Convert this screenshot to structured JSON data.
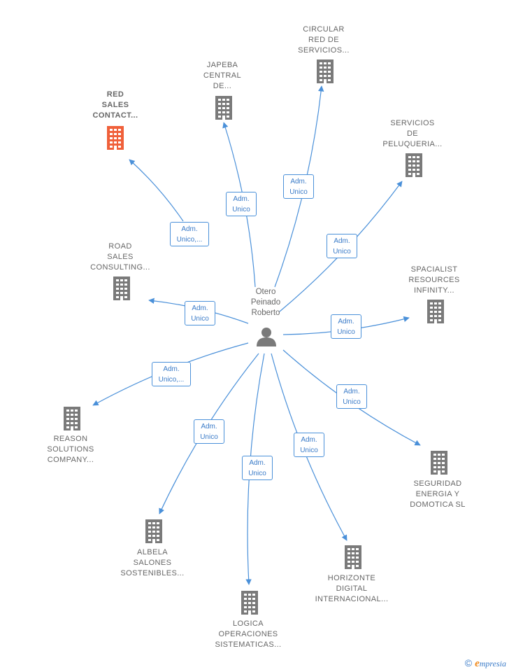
{
  "center": {
    "name_lines": [
      "Otero",
      "Peinado",
      "Roberto"
    ]
  },
  "nodes": [
    {
      "id": "red-sales",
      "lines": [
        "RED",
        "SALES",
        "CONTACT..."
      ],
      "highlight": true,
      "edge": [
        "Adm.",
        "Unico,..."
      ]
    },
    {
      "id": "japeba",
      "lines": [
        "JAPEBA",
        "CENTRAL",
        "DE..."
      ],
      "highlight": false,
      "edge": [
        "Adm.",
        "Unico"
      ]
    },
    {
      "id": "circular",
      "lines": [
        "CIRCULAR",
        "RED DE",
        "SERVICIOS..."
      ],
      "highlight": false,
      "edge": [
        "Adm.",
        "Unico"
      ]
    },
    {
      "id": "servicios-peluqueria",
      "lines": [
        "SERVICIOS",
        "DE",
        "PELUQUERIA..."
      ],
      "highlight": false,
      "edge": [
        "Adm.",
        "Unico"
      ]
    },
    {
      "id": "road-sales",
      "lines": [
        "ROAD",
        "SALES",
        "CONSULTING..."
      ],
      "highlight": false,
      "edge": [
        "Adm.",
        "Unico"
      ]
    },
    {
      "id": "spacialist",
      "lines": [
        "SPACIALIST",
        "RESOURCES",
        "INFINITY..."
      ],
      "highlight": false,
      "edge": [
        "Adm.",
        "Unico"
      ]
    },
    {
      "id": "reason",
      "lines": [
        "REASON",
        "SOLUTIONS",
        "COMPANY..."
      ],
      "highlight": false,
      "edge": [
        "Adm.",
        "Unico,..."
      ]
    },
    {
      "id": "seguridad",
      "lines": [
        "SEGURIDAD",
        "ENERGIA Y",
        "DOMOTICA  SL"
      ],
      "highlight": false,
      "edge": [
        "Adm.",
        "Unico"
      ]
    },
    {
      "id": "albela",
      "lines": [
        "ALBELA",
        "SALONES",
        "SOSTENIBLES..."
      ],
      "highlight": false,
      "edge": [
        "Adm.",
        "Unico"
      ]
    },
    {
      "id": "logica",
      "lines": [
        "LOGICA",
        "OPERACIONES",
        "SISTEMATICAS..."
      ],
      "highlight": false,
      "edge": [
        "Adm.",
        "Unico"
      ]
    },
    {
      "id": "horizonte",
      "lines": [
        "HORIZONTE",
        "DIGITAL",
        "INTERNACIONAL..."
      ],
      "highlight": false,
      "edge": [
        "Adm.",
        "Unico"
      ]
    }
  ],
  "colors": {
    "edge": "#4a90d9",
    "building": "#7a7a7a",
    "building_highlight": "#f0603a",
    "person": "#7a7a7a"
  },
  "icons": {
    "building": "building-icon",
    "person": "person-icon"
  },
  "brand": {
    "copyright": "©",
    "initial": "e",
    "rest": "mpresia"
  }
}
